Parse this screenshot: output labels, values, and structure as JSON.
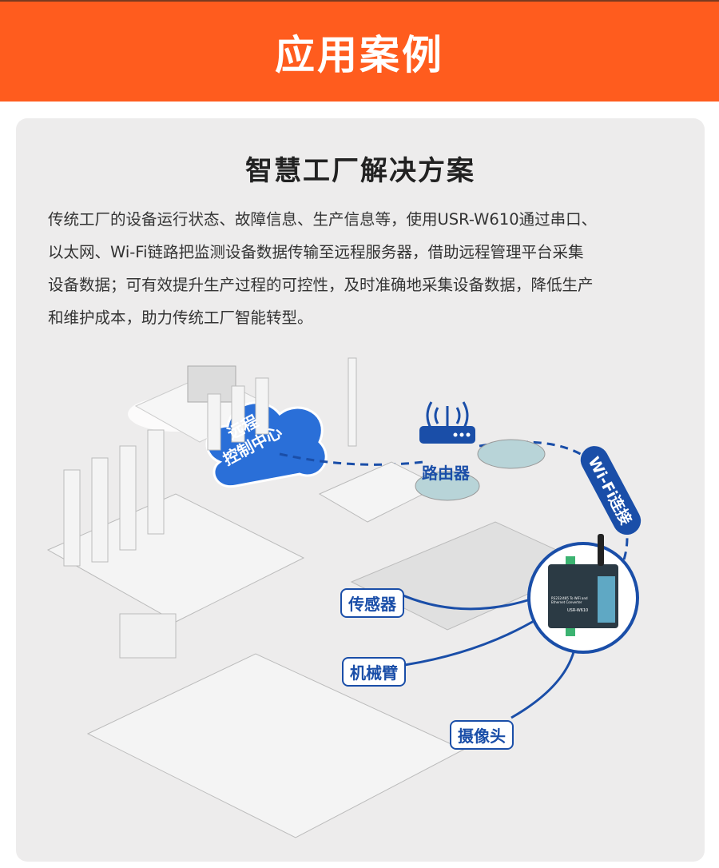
{
  "header": {
    "title": "应用案例"
  },
  "section": {
    "title": "智慧工厂解决方案",
    "description_lines": [
      "传统工厂的设备运行状态、故障信息、生产信息等，使用USR-W610通过串口、",
      "以太网、Wi-Fi链路把监测设备数据传输至远程服务器，借助远程管理平台采集",
      "设备数据；可有效提升生产过程的可控性，及时准确地采集设备数据，降低生产",
      "和维护成本，助力传统工厂智能转型。"
    ]
  },
  "diagram": {
    "cloud_label": [
      "远程",
      "控制中心"
    ],
    "router_label": "路由器",
    "wifi_label": "Wi-Fi连接",
    "sensor_label": "传感器",
    "arm_label": "机械臂",
    "camera_label": "摄像头",
    "device": {
      "name": "USR-W610",
      "subtitle": "RS232/485 To WiFi and Ethernet Converter"
    }
  },
  "colors": {
    "header": "#FF5C1E",
    "accent": "#1A4EA8",
    "card": "#EDECEC"
  }
}
